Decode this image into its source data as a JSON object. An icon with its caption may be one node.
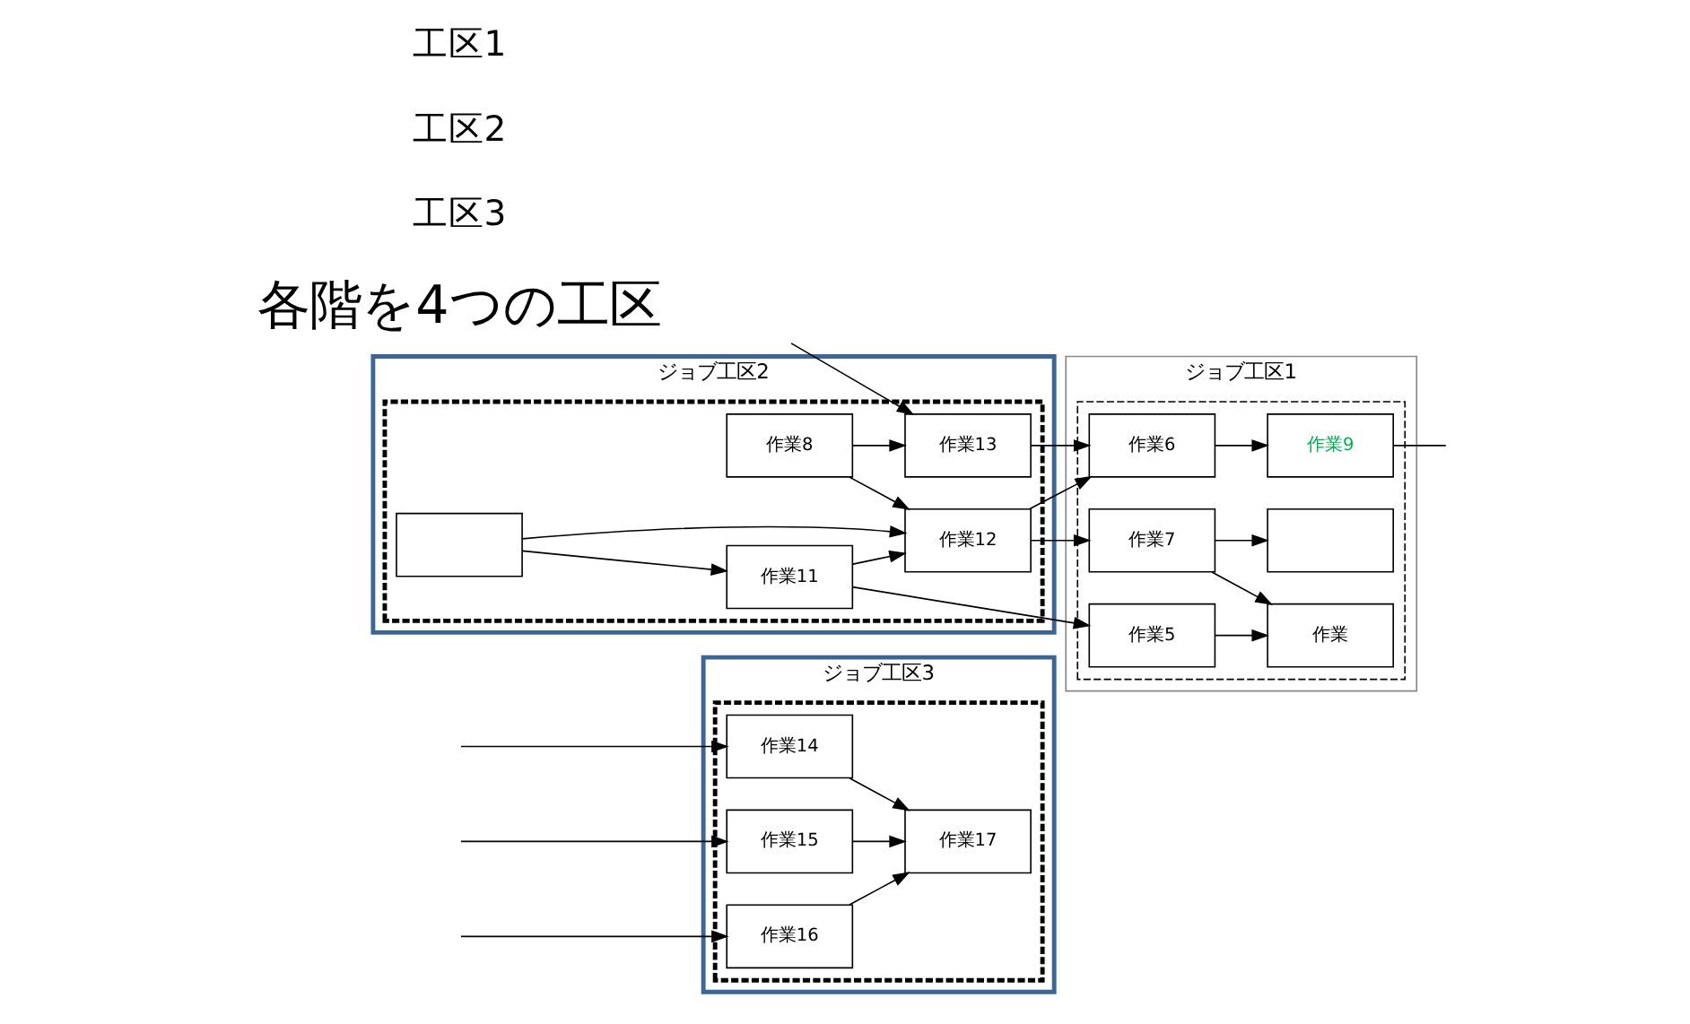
{
  "diagram": {
    "nodes": [
      {
        "text": [
          "ジョブ工区3"
        ]
      },
      {
        "text": [],
        "shape": "box",
        "in": 0
      },
      {
        "text": [
          "作業14"
        ],
        "in": 1
      },
      {
        "text": [
          "作業15"
        ],
        "in": 1
      },
      {
        "text": [
          "作業17"
        ],
        "in": 1
      },
      {
        "text": [
          "作業16"
        ],
        "in": 1
      },
      {
        "text": [
          "ジョブ工区2"
        ]
      },
      {
        "text": [],
        "shape": "box",
        "in": 6
      },
      {
        "text": [],
        "shape": "box",
        "in": 7
      },
      {
        "text": [
          "作業11"
        ],
        "in": 7
      },
      {
        "text": [
          "作業12"
        ],
        "in": 7
      },
      {
        "text": [
          "作業8"
        ],
        "in": 7
      },
      {
        "text": [
          "作業13"
        ],
        "in": 7
      },
      {
        "text": [
          "ジョブ工区1"
        ]
      },
      {
        "text": [],
        "shape": "box",
        "in": 13
      },
      {
        "text": [
          "作業5"
        ],
        "in": 14
      },
      {
        "text": [
          "作業"
        ],
        "in": 14
      },
      {
        "text": [
          "作業7"
        ],
        "in": 14
      },
      {
        "text": [],
        "shape": "box",
        "in": 14
      },
      {
        "text": [
          "作業6"
        ],
        "in": 14
      },
      {
        "text": [
          "作業9"
        ],
        "in": 14
      }
    ],
    "edges": [
      {
        "from": null,
        "to": 2,
        "arrow": "to"
      },
      {
        "from": null,
        "to": 3,
        "arrow": "to"
      },
      {
        "from": null,
        "to": 5,
        "arrow": "to"
      },
      {
        "from": 2,
        "to": 4,
        "arrow": "to"
      },
      {
        "from": 3,
        "to": 4,
        "arrow": "to"
      },
      {
        "from": 5,
        "to": 4,
        "arrow": "to"
      },
      {
        "from": 8,
        "to": 9,
        "arrow": "to"
      },
      {
        "from": 8,
        "to": 10,
        "arrow": "to"
      },
      {
        "from": 11,
        "to": 10,
        "arrow": "to"
      },
      {
        "from": 11,
        "to": 12,
        "arrow": "to"
      },
      {
        "from": null,
        "to": 12,
        "arrow": "to"
      },
      {
        "from": 9,
        "to": 10,
        "arrow": "to"
      },
      {
        "from": 9,
        "to": 15,
        "arrow": "to"
      },
      {
        "from": 10,
        "to": 17,
        "arrow": "to"
      },
      {
        "from": 10,
        "to": 19,
        "arrow": "to"
      },
      {
        "from": 12,
        "to": 19,
        "arrow": "to"
      },
      {
        "from": 15,
        "to": 16,
        "arrow": "to"
      },
      {
        "from": 17,
        "to": 16,
        "arrow": "to"
      },
      {
        "from": 17,
        "to": 18,
        "arrow": "to"
      },
      {
        "from": 19,
        "to": 20,
        "arrow": "to"
      },
      {
        "from": 20,
        "to": null,
        "arrow": "none"
      }
    ],
    "labels": [
      "工区1",
      "工区2",
      "工区3",
      "各階を4つの工区"
    ]
  }
}
